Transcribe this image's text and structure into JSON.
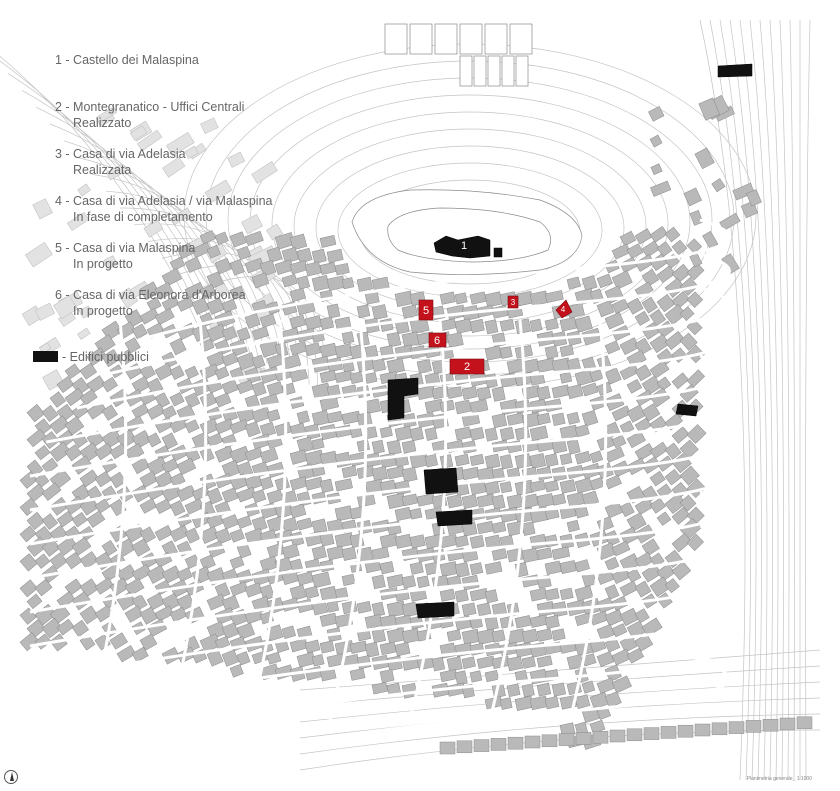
{
  "map": {
    "legend": [
      {
        "number": "1",
        "name": "1 - Castello dei Malaspina",
        "status": ""
      },
      {
        "number": "2",
        "name": "2 - Montegranatico - Uffici Centrali",
        "status": "Realizzato"
      },
      {
        "number": "3",
        "name": "3 - Casa di via Adelasia",
        "status": "Realizzata"
      },
      {
        "number": "4",
        "name": "4 - Casa di via Adelasia / via Malaspina",
        "status": "In fase di completamento"
      },
      {
        "number": "5",
        "name": "5 - Casa di via Malaspina",
        "status": "In progetto"
      },
      {
        "number": "6",
        "name": "6 - Casa di via Eleonora d'Arborea",
        "status": "In progetto"
      }
    ],
    "public_label": "- Edifici pubblici",
    "scale_label": "Planimetria generale_ 1:1000",
    "colors": {
      "building": "#b9b9b9",
      "public_building": "#111111",
      "project": "#c3121c",
      "contour": "#c4c4c4",
      "legend_text": "#666666"
    },
    "markers": {
      "castle": "1",
      "m2": "2",
      "m3": "3",
      "m4": "4",
      "m5": "5",
      "m6": "6"
    }
  }
}
